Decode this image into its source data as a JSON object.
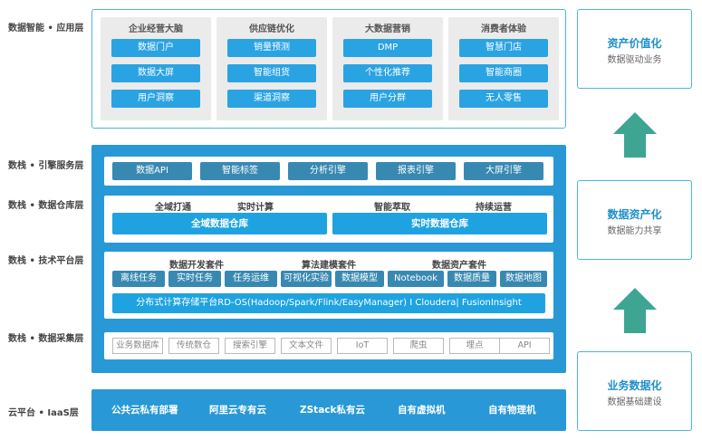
{
  "layers": {
    "application": "数据智能 • 应用层",
    "engine": "数栈 • 引擎服务层",
    "warehouse": "数栈 • 数据仓库层",
    "tech": "数栈 • 技术平台层",
    "collection": "数栈 • 数据采集层",
    "iaas": "云平台 • IaaS层"
  },
  "application": {
    "columns": [
      {
        "title": "企业经营大脑",
        "items": [
          "数据门户",
          "数据大屏",
          "用户洞察"
        ]
      },
      {
        "title": "供应链优化",
        "items": [
          "销量预测",
          "智能组货",
          "渠道洞察"
        ]
      },
      {
        "title": "大数据营销",
        "items": [
          "DMP",
          "个性化推荐",
          "用户分群"
        ]
      },
      {
        "title": "消费者体验",
        "items": [
          "智慧门店",
          "智能商圈",
          "无人零售"
        ]
      }
    ]
  },
  "engine": {
    "items": [
      "数据API",
      "智能标签",
      "分析引擎",
      "报表引擎",
      "大屏引擎"
    ]
  },
  "warehouse": {
    "labels": [
      "全域打通",
      "实时计算",
      "智能萃取",
      "持续运营"
    ],
    "bars": [
      "全域数据仓库",
      "实时数据仓库"
    ]
  },
  "tech": {
    "suites": [
      "数据开发套件",
      "算法建模套件",
      "数据资产套件"
    ],
    "items": [
      "离线任务",
      "实时任务",
      "任务运维",
      "可视化实验",
      "数据模型",
      "Notebook",
      "数据质量",
      "数据地图"
    ],
    "platform": "分布式计算存储平台RD-OS(Hadoop/Spark/Flink/EasyManager) I Cloudera| FusionInsight"
  },
  "collection": {
    "items": [
      "业务数据库",
      "传统数仓",
      "搜索引擎",
      "文本文件",
      "IoT",
      "爬虫",
      "埋点",
      "API"
    ]
  },
  "iaas": {
    "items": [
      "公共云私有部署",
      "阿里云专有云",
      "ZStack私有云",
      "自有虚拟机",
      "自有物理机"
    ]
  },
  "values": [
    {
      "title": "资产价值化",
      "subtitle": "数据驱动业务"
    },
    {
      "title": "数据资产化",
      "subtitle": "数据能力共享"
    },
    {
      "title": "业务数据化",
      "subtitle": "数据基础建设"
    }
  ],
  "colors": {
    "primary": "#2899d6",
    "button": "#2aa3e2",
    "darkButton": "#3889b2",
    "border": "#4ab6e3",
    "arrow": "#3ea592",
    "title": "#1e8fc9"
  }
}
